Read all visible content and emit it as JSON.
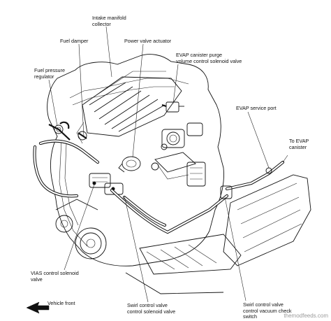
{
  "labels": {
    "intake_manifold_collector": "Intake manifold\ncollector",
    "fuel_damper": "Fuel damper",
    "power_valve_actuator": "Power valve actuator",
    "evap_purge_valve": "EVAP canister purge\nvolume control solenoid valve",
    "fuel_pressure_regulator": "Fuel pressure\nregulator",
    "evap_service_port": "EVAP service port",
    "to_evap_canister": "To EVAP\ncanister",
    "vias_valve": "VIAS control solenoid\nvalve",
    "vehicle_front": "Vehicle front",
    "swirl_control_solenoid": "Swirl control valve\ncontrol solenoid valve",
    "swirl_vacuum_switch": "Swirl control valve\ncontrol vacuum check\nswitch"
  },
  "watermark": "themodfeeds.com"
}
